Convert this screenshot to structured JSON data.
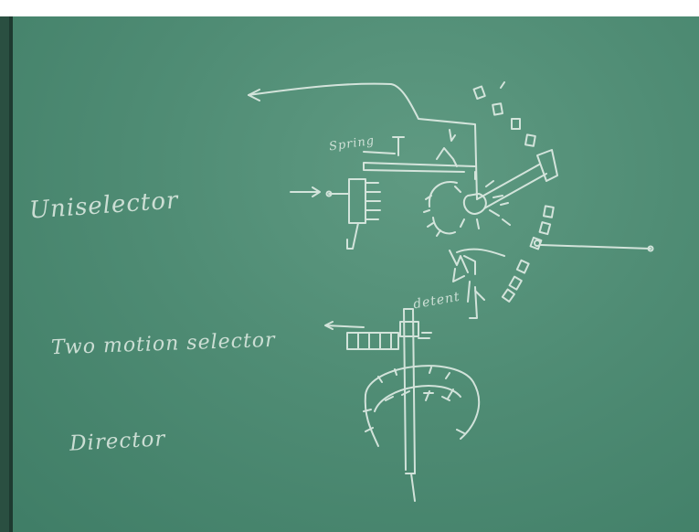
{
  "board": {
    "labels": {
      "uniselector": "Uniselector",
      "two_motion": "Two motion selector",
      "director": "Director",
      "spring": "Spring",
      "detent": "detent"
    }
  }
}
